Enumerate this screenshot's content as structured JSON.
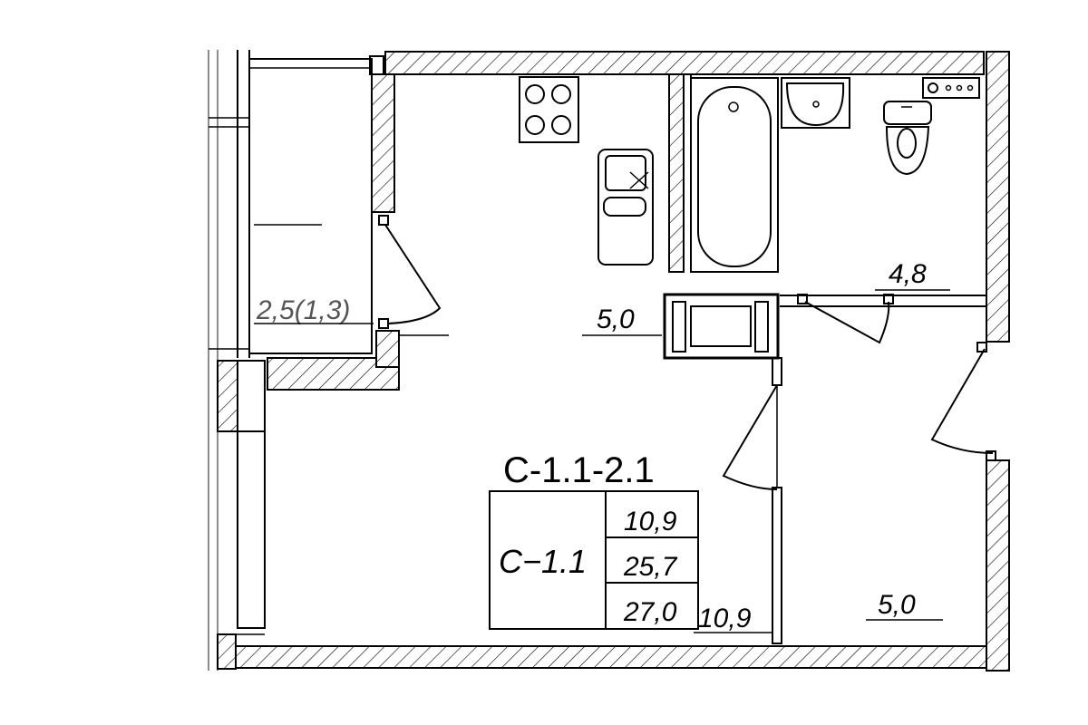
{
  "plan": {
    "apartment_code": "С-1.1-2.1",
    "rooms": {
      "balcony_area": "2,5(1,3)",
      "kitchen_area": "5,0",
      "bathroom_area": "4,8",
      "living_area": "10,9",
      "hall_area": "5,0"
    },
    "legend": {
      "type_label": "С−1.1",
      "values": [
        "10,9",
        "25,7",
        "27,0"
      ]
    }
  }
}
